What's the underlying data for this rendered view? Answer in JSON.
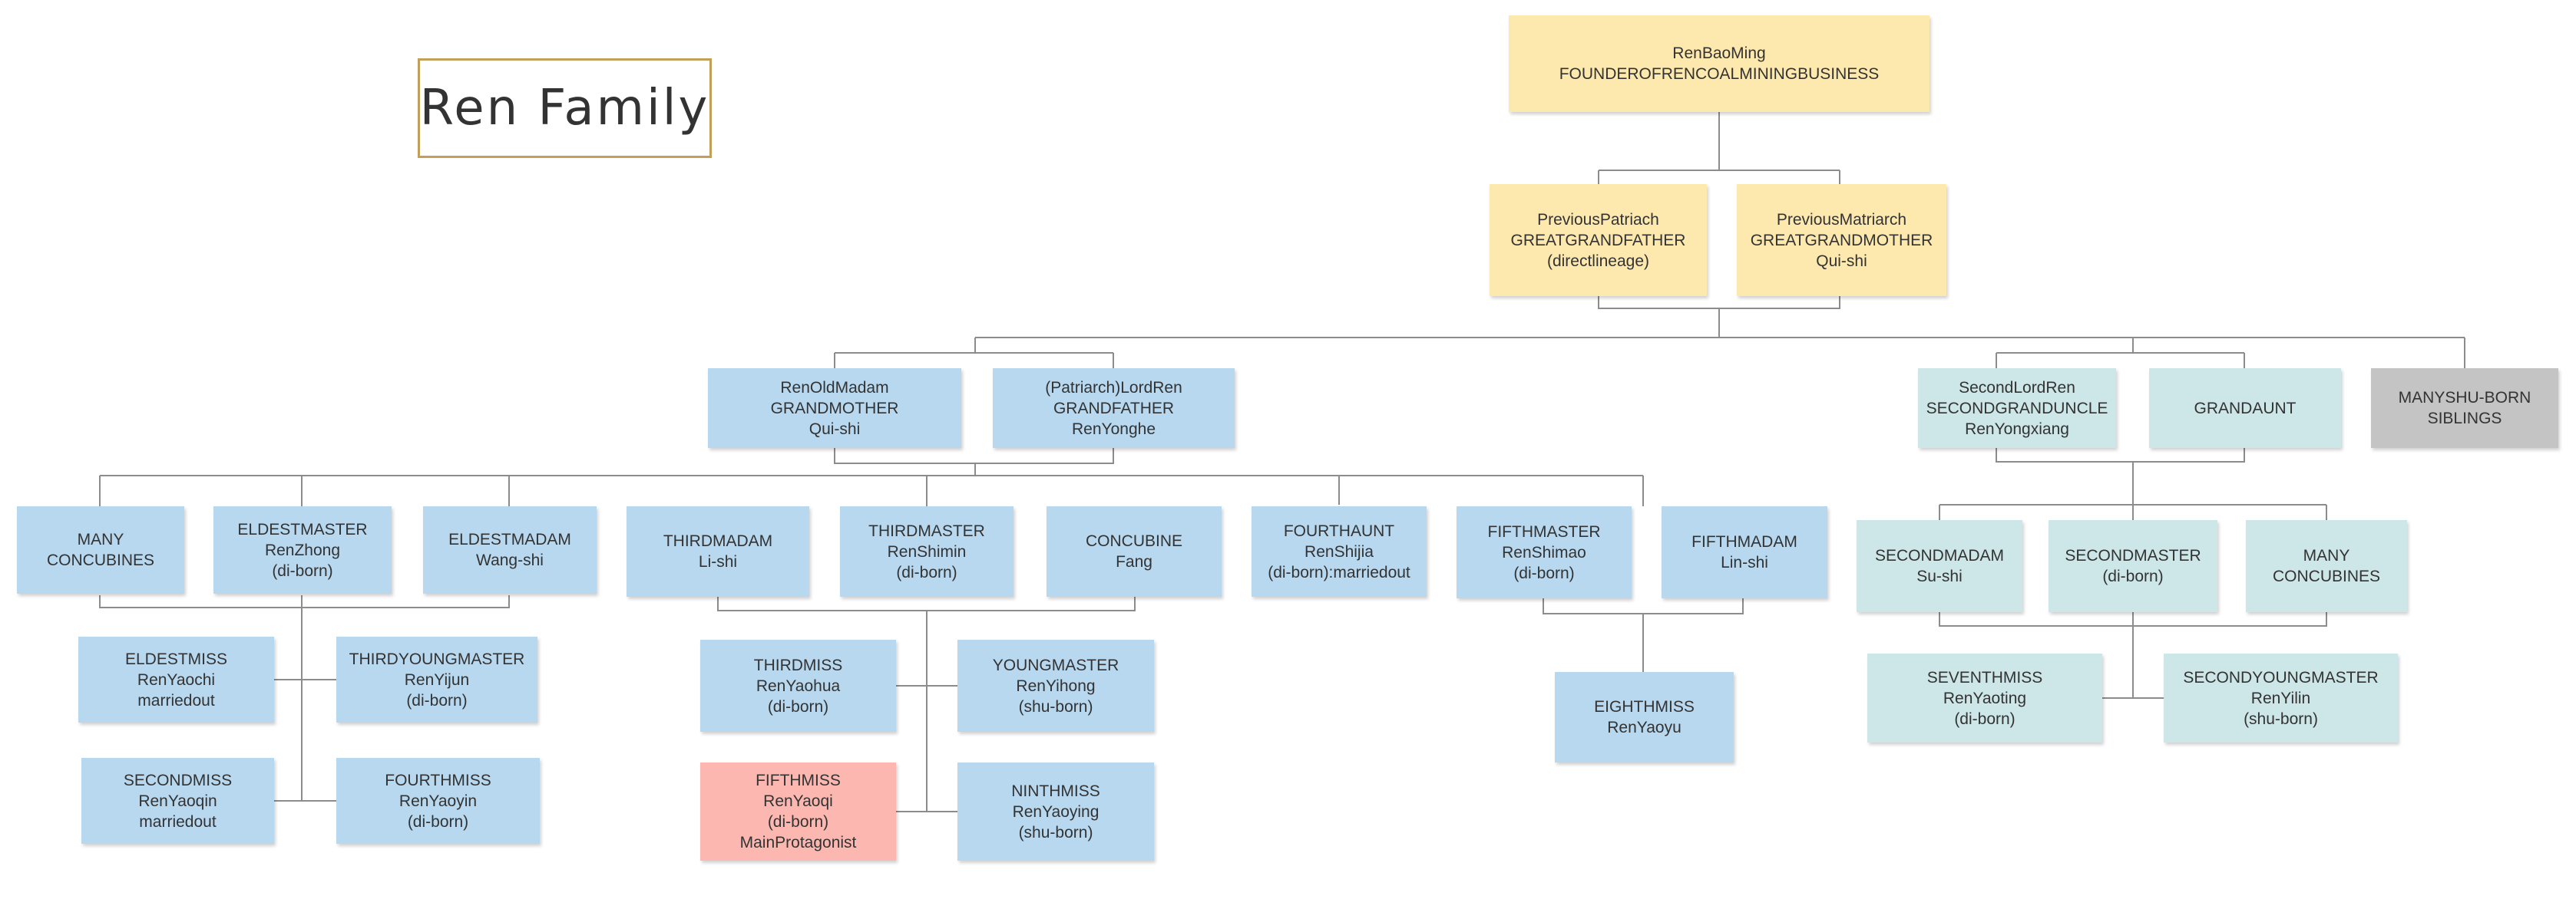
{
  "title": "Ren Family",
  "colors": {
    "yellow": "#fde9ae",
    "blue": "#b7d8ef",
    "teal": "#cde6e8",
    "gray": "#c4c4c4",
    "pink": "#fcb8b0",
    "connector": "#8c8c8c",
    "title_border": "#c2a05a"
  },
  "nodes": [
    {
      "id": "renbaoming",
      "lines": [
        "RenBaoMing",
        "FOUNDEROFRENCOALMININGBUSINESS"
      ]
    },
    {
      "id": "prev-patriarch",
      "lines": [
        "PreviousPatriach",
        "GREATGRANDFATHER",
        "(directlineage)"
      ]
    },
    {
      "id": "prev-matriarch",
      "lines": [
        "PreviousMatriarch",
        "GREATGRANDMOTHER",
        "Qui-shi"
      ]
    },
    {
      "id": "ren-old-madam",
      "lines": [
        "RenOldMadam",
        "GRANDMOTHER",
        "Qui-shi"
      ]
    },
    {
      "id": "lord-ren",
      "lines": [
        "(Patriarch)LordRen",
        "GRANDFATHER",
        "RenYonghe"
      ]
    },
    {
      "id": "second-lord-ren",
      "lines": [
        "SecondLordRen",
        "SECONDGRANDUNCLE",
        "RenYongxiang"
      ]
    },
    {
      "id": "grandaunt",
      "lines": [
        "GRANDAUNT"
      ]
    },
    {
      "id": "shu-born-siblings",
      "lines": [
        "MANYSHU-BORN",
        "SIBLINGS"
      ]
    },
    {
      "id": "many-concubines-1",
      "lines": [
        "MANY",
        "CONCUBINES"
      ]
    },
    {
      "id": "eldest-master",
      "lines": [
        "ELDESTMASTER",
        "RenZhong",
        "(di-born)"
      ]
    },
    {
      "id": "eldest-madam",
      "lines": [
        "ELDESTMADAM",
        "Wang-shi"
      ]
    },
    {
      "id": "third-madam",
      "lines": [
        "THIRDMADAM",
        "Li-shi"
      ]
    },
    {
      "id": "third-master",
      "lines": [
        "THIRDMASTER",
        "RenShimin",
        "(di-born)"
      ]
    },
    {
      "id": "concubine-fang",
      "lines": [
        "CONCUBINE",
        "Fang"
      ]
    },
    {
      "id": "fourth-aunt",
      "lines": [
        "FOURTHAUNT",
        "RenShijia",
        "(di-born):marriedout"
      ]
    },
    {
      "id": "fifth-master",
      "lines": [
        "FIFTHMASTER",
        "RenShimao",
        "(di-born)"
      ]
    },
    {
      "id": "fifth-madam",
      "lines": [
        "FIFTHMADAM",
        "Lin-shi"
      ]
    },
    {
      "id": "second-madam",
      "lines": [
        "SECONDMADAM",
        "Su-shi"
      ]
    },
    {
      "id": "second-master",
      "lines": [
        "SECONDMASTER",
        "(di-born)"
      ]
    },
    {
      "id": "many-concubines-2",
      "lines": [
        "MANY",
        "CONCUBINES"
      ]
    },
    {
      "id": "eldest-miss",
      "lines": [
        "ELDESTMISS",
        "RenYaochi",
        "marriedout"
      ]
    },
    {
      "id": "third-young-master",
      "lines": [
        "THIRDYOUNGMASTER",
        "RenYijun",
        "(di-born)"
      ]
    },
    {
      "id": "second-miss",
      "lines": [
        "SECONDMISS",
        "RenYaoqin",
        "marriedout"
      ]
    },
    {
      "id": "fourth-miss",
      "lines": [
        "FOURTHMISS",
        "RenYaoyin",
        "(di-born)"
      ]
    },
    {
      "id": "third-miss",
      "lines": [
        "THIRDMISS",
        "RenYaohua",
        "(di-born)"
      ]
    },
    {
      "id": "young-master",
      "lines": [
        "YOUNGMASTER",
        "RenYihong",
        "(shu-born)"
      ]
    },
    {
      "id": "fifth-miss",
      "lines": [
        "FIFTHMISS",
        "RenYaoqi",
        "(di-born)",
        "MainProtagonist"
      ]
    },
    {
      "id": "ninth-miss",
      "lines": [
        "NINTHMISS",
        "RenYaoying",
        "(shu-born)"
      ]
    },
    {
      "id": "eighth-miss",
      "lines": [
        "EIGHTHMISS",
        "RenYaoyu"
      ]
    },
    {
      "id": "seventh-miss",
      "lines": [
        "SEVENTHMISS",
        "RenYaoting",
        "(di-born)"
      ]
    },
    {
      "id": "second-young-master",
      "lines": [
        "SECONDYOUNGMASTER",
        "RenYilin",
        "(shu-born)"
      ]
    }
  ]
}
